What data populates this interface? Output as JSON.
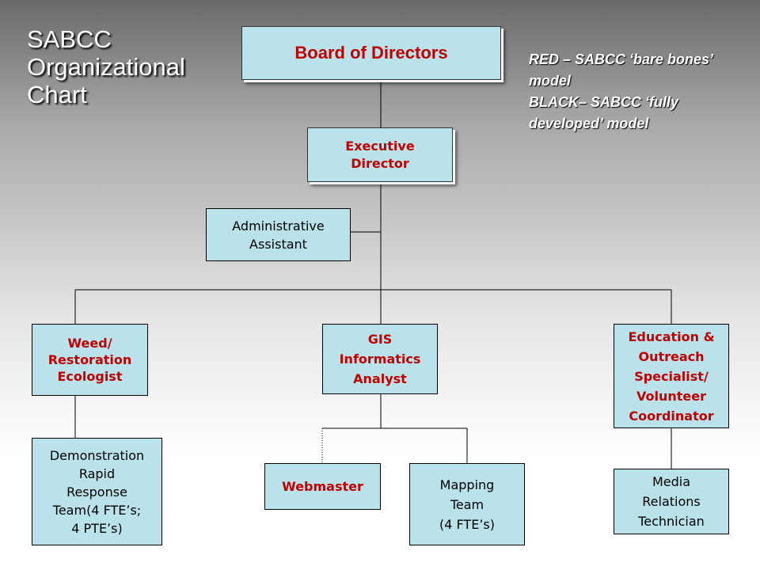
{
  "title": "SABCC Organizational Chart",
  "legend": {
    "red_line": "RED – SABCC ‘bare bones’ model",
    "black_line": "BLACK– SABCC ‘fully developed’ model"
  },
  "colors": {
    "box_fill": "#b9e2ea",
    "red_text": "#c00000",
    "line": "#000000"
  },
  "nodes": {
    "board": "Board of Directors",
    "executive_director": "Executive\nDirector",
    "admin_assistant": "Administrative\nAssistant",
    "weed_ecologist": "Weed/\nRestoration\nEcologist",
    "gis_analyst": "GIS\nInformatics\nAnalyst",
    "education_specialist": "Education &\nOutreach\nSpecialist/\nVolunteer\nCoordinator",
    "demo_team": "Demonstration\nRapid\nResponse\nTeam(4 FTE’s;\n4 PTE’s)",
    "webmaster": "Webmaster",
    "mapping_team": "Mapping\nTeam\n(4 FTE’s)",
    "media_technician": "Media\nRelations\nTechnician"
  }
}
